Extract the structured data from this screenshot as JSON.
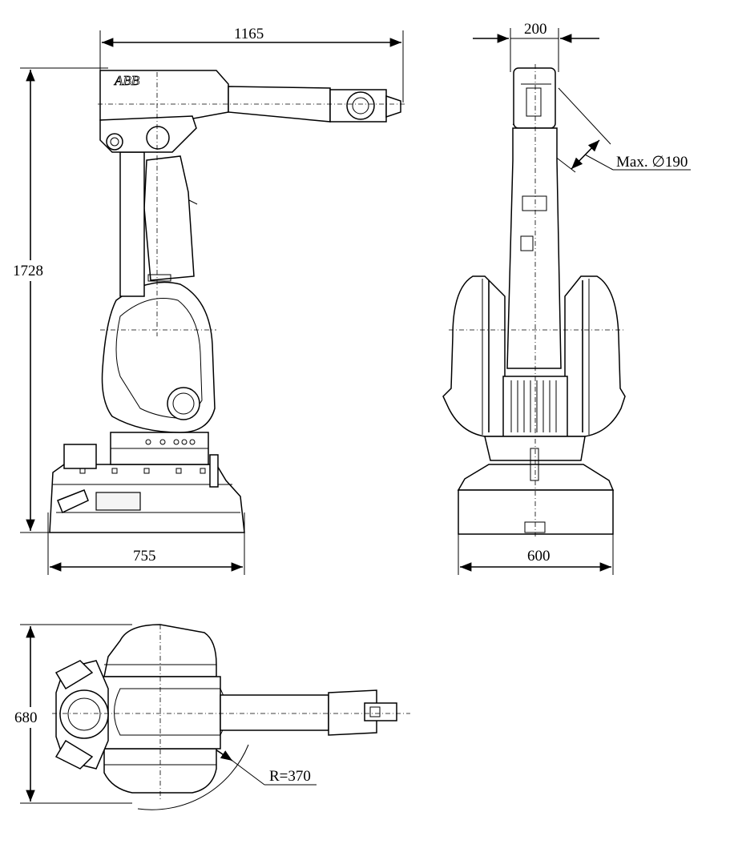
{
  "dimensions": {
    "reach_width": "1165",
    "total_height": "1728",
    "base_depth": "755",
    "wrist_width": "200",
    "wrist_max_diameter": "Max. ∅190",
    "base_width": "600",
    "top_width": "680",
    "swing_radius": "R=370"
  },
  "logo_text": "ABB",
  "colors": {
    "line": "#000000",
    "background": "#ffffff"
  }
}
